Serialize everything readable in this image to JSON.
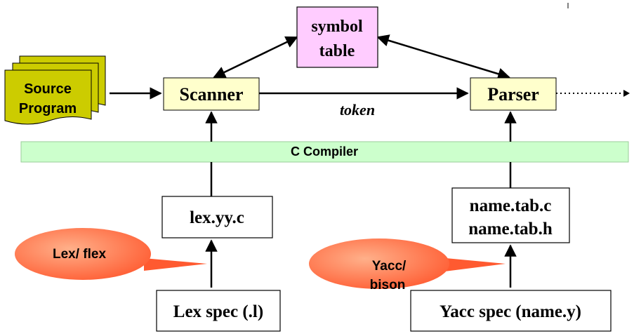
{
  "nodes": {
    "symbol_table": {
      "line1": "symbol",
      "line2": "table"
    },
    "source_program": {
      "line1": "Source",
      "line2": "Program"
    },
    "scanner": {
      "label": "Scanner"
    },
    "parser": {
      "label": "Parser"
    },
    "c_compiler": {
      "label": "C Compiler"
    },
    "lex_yy_c": {
      "label": "lex.yy.c"
    },
    "name_tab": {
      "line1": "name.tab.c",
      "line2": "name.tab.h"
    },
    "lex_spec": {
      "label": "Lex spec (.l)"
    },
    "yacc_spec": {
      "label": "Yacc spec (name.y)"
    }
  },
  "edges": {
    "token_label": "token"
  },
  "callouts": {
    "lex_flex": {
      "label": "Lex/ flex"
    },
    "yacc_bison": {
      "line1": "Yacc/",
      "line2": "bison"
    }
  },
  "colors": {
    "symbol_table_fill": "#ffccff",
    "box_fill": "#ffffcc",
    "compiler_fill": "#ccffcc",
    "document_fill": "#cccc00",
    "callout_fill": "#ff7f50"
  }
}
